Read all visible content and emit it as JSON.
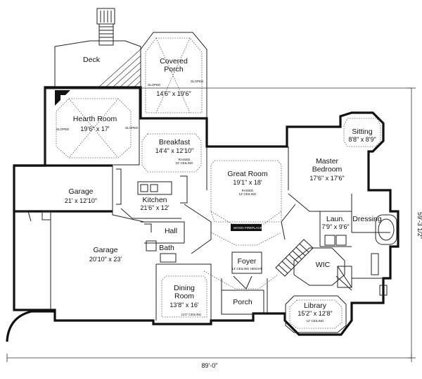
{
  "plan": {
    "rooms": [
      {
        "id": "deck",
        "name": "Deck"
      },
      {
        "id": "covered-porch",
        "name": "Covered\nPorch",
        "dims": "14'6\" x 19'6\""
      },
      {
        "id": "hearth-room",
        "name": "Hearth Room",
        "dims": "19'6\" x 17'"
      },
      {
        "id": "breakfast",
        "name": "Breakfast",
        "dims": "14'4\" x 12'10\"",
        "note": "RAISED\n10' CEILING"
      },
      {
        "id": "great-room",
        "name": "Great Room",
        "dims": "19'1\" x 18'",
        "note": "RAISED\n12' CEILING"
      },
      {
        "id": "master-bedroom",
        "name": "Master\nBedroom",
        "dims": "17'6\" x 17'6\""
      },
      {
        "id": "sitting",
        "name": "Sitting",
        "dims": "8'8\" x 8'9\""
      },
      {
        "id": "garage-1",
        "name": "Garage",
        "dims": "21' x 12'10\""
      },
      {
        "id": "garage-2",
        "name": "Garage",
        "dims": "20'10\" x 23'"
      },
      {
        "id": "kitchen",
        "name": "Kitchen",
        "dims": "21'6\" x 12'"
      },
      {
        "id": "hall",
        "name": "Hall"
      },
      {
        "id": "bath",
        "name": "Bath"
      },
      {
        "id": "laundry",
        "name": "Laun.",
        "dims": "7'9\" x 9'6\""
      },
      {
        "id": "dressing",
        "name": "Dressing"
      },
      {
        "id": "foyer",
        "name": "Foyer",
        "note": "14' CEILING HEIGHT"
      },
      {
        "id": "wic",
        "name": "WIC"
      },
      {
        "id": "dining-room",
        "name": "Dining\nRoom",
        "dims": "13'8\" x 16'",
        "note": "11'2\" CEILING"
      },
      {
        "id": "porch",
        "name": "Porch"
      },
      {
        "id": "library",
        "name": "Library",
        "dims": "15'2\" x 12'8\"",
        "note": "12' CEILING"
      }
    ],
    "labels": {
      "sloped": "SLOPED",
      "fireplace": "WOOD FIREPLACE"
    },
    "dimensions": {
      "overall_width": "89'-0\"",
      "overall_depth": "59'-3 1/2\""
    }
  }
}
